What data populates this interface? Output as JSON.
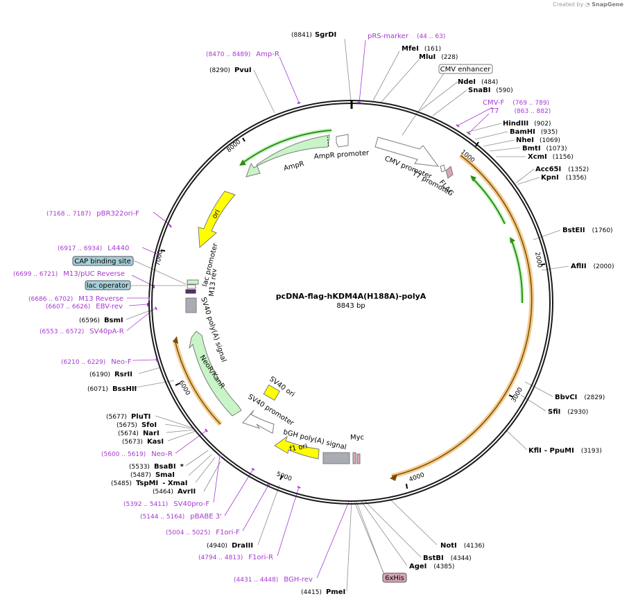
{
  "header": {
    "credit": "Created by",
    "brand": "SnapGene"
  },
  "plasmid": {
    "name": "pcDNA-flag-hKDM4A(H188A)-polyA",
    "size_label": "8843 bp"
  },
  "ticks": [
    "1000",
    "2000",
    "3000",
    "4000",
    "5000",
    "6000",
    "7000",
    "8000"
  ],
  "colors": {
    "primer": "#a637d1",
    "boxed_label_fill": "#a6cfd9",
    "his_tag_fill": "#d7a6b7",
    "orf": "#2f8f10",
    "orf_halo": "#e7a233",
    "promoter": "#ffffff",
    "marker": "#c8f5c8",
    "origin": "#ffff00",
    "polyA": "#a9adb3"
  },
  "enzymes": [
    {
      "name": "SgrDI",
      "pos": "(8841)"
    },
    {
      "name": "MfeI",
      "pos": "(161)"
    },
    {
      "name": "MluI",
      "pos": "(228)"
    },
    {
      "name": "NdeI",
      "pos": "(484)"
    },
    {
      "name": "SnaBI",
      "pos": "(590)"
    },
    {
      "name": "HindIII",
      "pos": "(902)"
    },
    {
      "name": "BamHI",
      "pos": "(935)"
    },
    {
      "name": "NheI",
      "pos": "(1069)"
    },
    {
      "name": "BmtI",
      "pos": "(1073)"
    },
    {
      "name": "XcmI",
      "pos": "(1156)"
    },
    {
      "name": "Acc65I",
      "pos": "(1352)"
    },
    {
      "name": "KpnI",
      "pos": "(1356)"
    },
    {
      "name": "BstEII",
      "pos": "(1760)"
    },
    {
      "name": "AflII",
      "pos": "(2000)"
    },
    {
      "name": "BbvCI",
      "pos": "(2829)"
    },
    {
      "name": "SfiI",
      "pos": "(2930)"
    },
    {
      "name": "KflI",
      "pos": "(3193)"
    },
    {
      "name": "NotI",
      "pos": "(4136)"
    },
    {
      "name": "BstBI",
      "pos": "(4344)"
    },
    {
      "name": "AgeI",
      "pos": "(4385)"
    },
    {
      "name": "PmeI",
      "pos": "(4415)"
    },
    {
      "name": "DraIII",
      "pos": "(4940)"
    },
    {
      "name": "AvrII",
      "pos": "(5464)"
    },
    {
      "name": "TspMI",
      "pos": "(5485)"
    },
    {
      "name": "SmaI",
      "pos": "(5487)"
    },
    {
      "name": "BsaBI",
      "pos": "(5533)"
    },
    {
      "name": "KasI",
      "pos": "(5673)"
    },
    {
      "name": "NarI",
      "pos": "(5674)"
    },
    {
      "name": "SfoI",
      "pos": "(5675)"
    },
    {
      "name": "PluTI",
      "pos": "(5677)"
    },
    {
      "name": "BssHII",
      "pos": "(6071)"
    },
    {
      "name": "RsrII",
      "pos": "(6190)"
    },
    {
      "name": "BsmI",
      "pos": "(6596)"
    },
    {
      "name": "PvuI",
      "pos": "(8290)"
    }
  ],
  "enzyme_extra": {
    "ppumi": "- PpuMI",
    "xmai": "- XmaI",
    "star": "*"
  },
  "primers": [
    {
      "name": "pRS-marker",
      "pos": "(44 .. 63)"
    },
    {
      "name": "CMV-F",
      "pos": "(769 .. 789)"
    },
    {
      "name": "T7",
      "pos": "(863 .. 882)"
    },
    {
      "name": "BGH-rev",
      "pos": "(4431 .. 4448)"
    },
    {
      "name": "F1ori-R",
      "pos": "(4794 .. 4813)"
    },
    {
      "name": "F1ori-F",
      "pos": "(5004 .. 5025)"
    },
    {
      "name": "pBABE 3'",
      "pos": "(5144 .. 5164)"
    },
    {
      "name": "SV40pro-F",
      "pos": "(5392 .. 5411)"
    },
    {
      "name": "Neo-R",
      "pos": "(5600 .. 5619)"
    },
    {
      "name": "Neo-F",
      "pos": "(6210 .. 6229)"
    },
    {
      "name": "SV40pA-R",
      "pos": "(6553 .. 6572)"
    },
    {
      "name": "EBV-rev",
      "pos": "(6607 .. 6626)"
    },
    {
      "name": "M13 Reverse",
      "pos": "(6686 .. 6702)"
    },
    {
      "name": "M13/pUC Reverse",
      "pos": "(6699 .. 6721)"
    },
    {
      "name": "L4440",
      "pos": "(6917 .. 6934)"
    },
    {
      "name": "pBR322ori-F",
      "pos": "(7168 .. 7187)"
    },
    {
      "name": "Amp-R",
      "pos": "(8470 .. 8489)"
    }
  ],
  "boxed_labels": [
    "CMV enhancer",
    "CAP binding site",
    "lac operator",
    "6xHis"
  ],
  "features": {
    "cmv_promoter": "CMV promoter",
    "t7_promoter": "T7 promoter",
    "flag": "FLAG",
    "ampr": "AmpR",
    "ampr_promoter": "AmpR promoter",
    "ori": "ori",
    "lac_promoter": "lac promoter",
    "m13_rev": "M13 rev",
    "sv40_polya": "SV40 poly(A) signal",
    "neor": "NeoR/KanR",
    "sv40_ori": "SV40 ori",
    "sv40_promoter": "SV40 promoter",
    "bgh": "bGH poly(A) signal",
    "f1_ori": "f1 ori",
    "myc": "Myc"
  }
}
